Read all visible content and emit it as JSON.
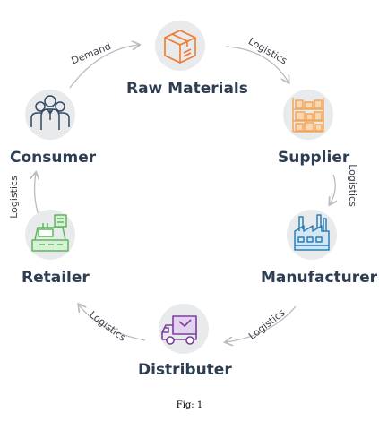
{
  "nodes": {
    "raw_materials": "Raw Materials",
    "supplier": "Supplier",
    "manufacturer": "Manufacturer",
    "distributer": "Distributer",
    "retailer": "Retailer",
    "consumer": "Consumer"
  },
  "edges": {
    "consumer_to_raw": "Demand",
    "raw_to_supplier": "Logistics",
    "supplier_to_manufacturer": "Logistics",
    "manufacturer_to_distributer": "Logistics",
    "distributer_to_retailer": "Logistics",
    "retailer_to_consumer": "Logistics"
  },
  "icons": {
    "raw_materials": "box-icon",
    "supplier": "warehouse-shelf-icon",
    "manufacturer": "factory-icon",
    "distributer": "delivery-truck-icon",
    "retailer": "cash-register-icon",
    "consumer": "people-group-icon"
  },
  "colors": {
    "circle_bg": "#e9eaec",
    "label_text": "#2e3e52",
    "arrow": "#b7babf",
    "raw_materials": "#f07a2d",
    "supplier": "#f2a65a",
    "manufacturer": "#2a7fb8",
    "distributer": "#7a3fa0",
    "retailer": "#5cb85c",
    "consumer": "#2f4a63"
  },
  "caption": "Fig: 1"
}
